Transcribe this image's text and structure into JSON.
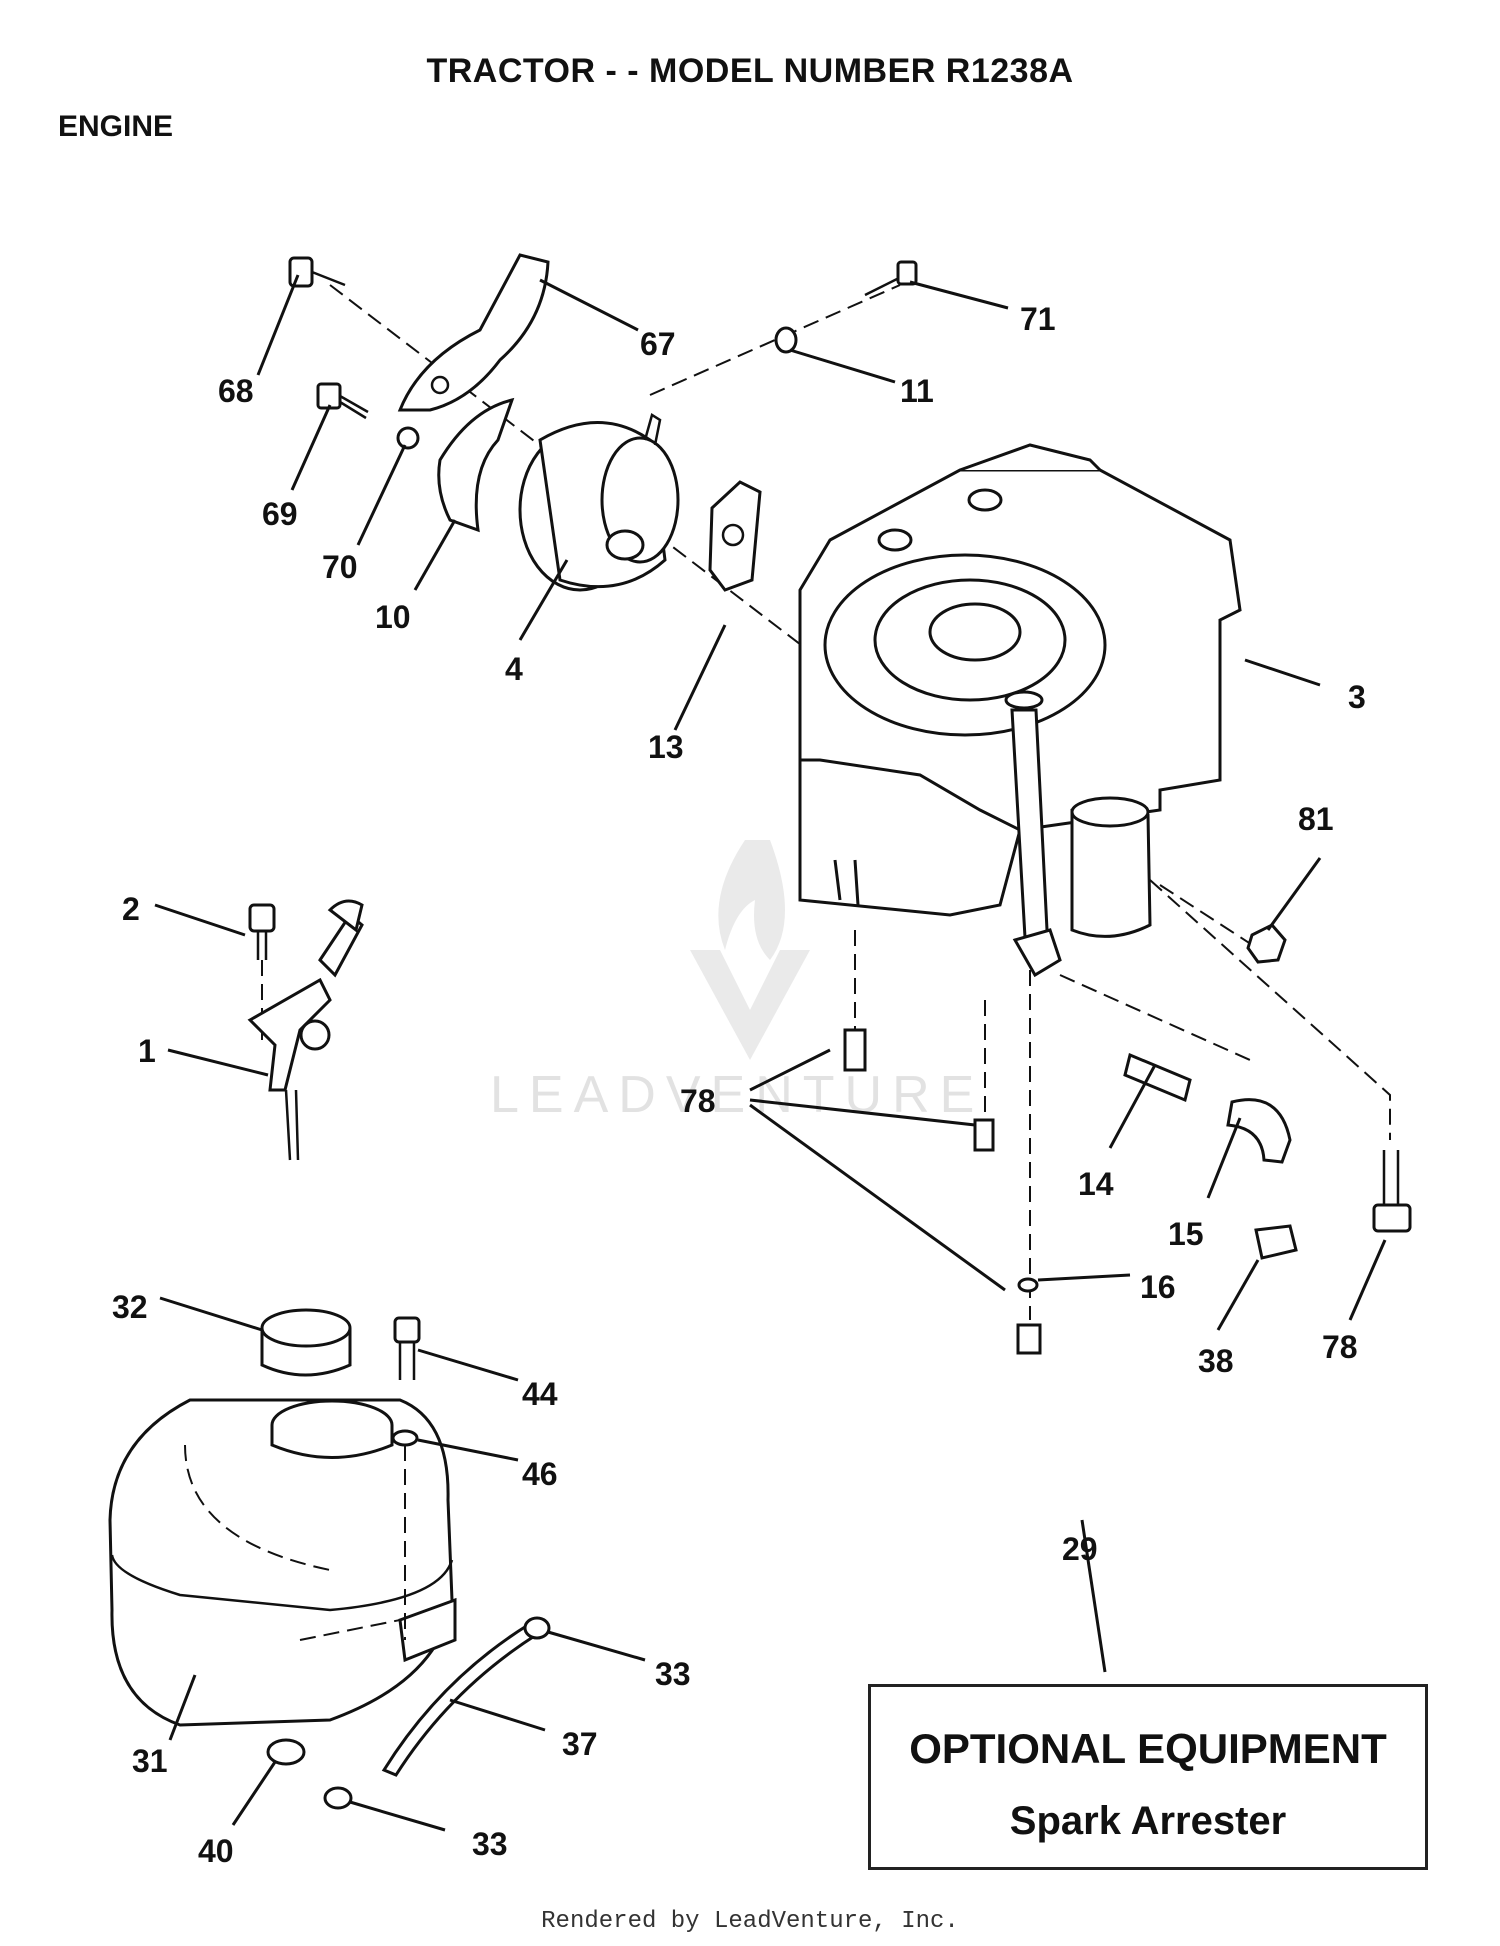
{
  "header": {
    "title": "TRACTOR - - MODEL NUMBER R1238A",
    "section": "ENGINE"
  },
  "callouts": {
    "c1": "1",
    "c2": "2",
    "c3": "3",
    "c4": "4",
    "c10": "10",
    "c11": "11",
    "c13": "13",
    "c14": "14",
    "c15": "15",
    "c16": "16",
    "c29": "29",
    "c31": "31",
    "c32": "32",
    "c33a": "33",
    "c33b": "33",
    "c37": "37",
    "c38": "38",
    "c40": "40",
    "c44": "44",
    "c46": "46",
    "c67": "67",
    "c68": "68",
    "c69": "69",
    "c70": "70",
    "c71": "71",
    "c78a": "78",
    "c78b": "78",
    "c81": "81"
  },
  "optional_equipment": {
    "heading": "OPTIONAL EQUIPMENT",
    "item": "Spark Arrester"
  },
  "watermark": "LEADVENTURE",
  "footer": "Rendered by LeadVenture, Inc."
}
